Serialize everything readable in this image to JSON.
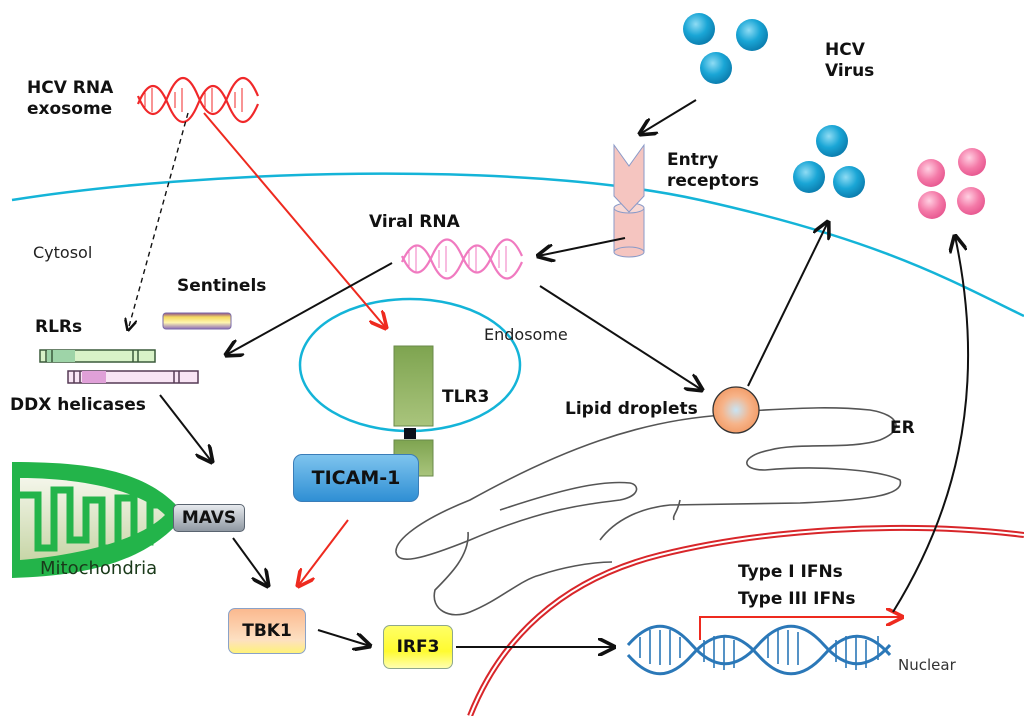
{
  "labels": {
    "hcv_rna_exosome": [
      "HCV RNA",
      "exosome"
    ],
    "hcv_virus": [
      "HCV",
      "Virus"
    ],
    "entry_receptors": [
      "Entry",
      "receptors"
    ],
    "viral_rna": "Viral RNA",
    "cytosol": "Cytosol",
    "sentinels": "Sentinels",
    "rlrs": "RLRs",
    "ddx_helicases": "DDX helicases",
    "endosome": "Endosome",
    "tlr3": "TLR3",
    "lipid_droplets": "Lipid droplets",
    "er": "ER",
    "mitochondria": "Mitochondria",
    "type_i_ifns": "Type I IFNs",
    "type_iii_ifns": "Type III IFNs",
    "nuclear": "Nuclear"
  },
  "nodes": {
    "ticam1": "TICAM-1",
    "mavs": "MAVS",
    "tbk1": "TBK1",
    "irf3": "IRF3"
  },
  "colors": {
    "membrane": "#14b4d8",
    "nuclear_membrane": "#d8262a",
    "red_arrow": "#ee2a1f",
    "exosome_rna": "#f0282a",
    "viral_rna": "#f07ac0",
    "virion": "#1a9fd0",
    "ifn_particle": "#f27aa8",
    "mitochondria": "#23b44a",
    "tlr3": "#8fb065",
    "dna": "#2b78b8",
    "lipid_droplet": "#f4a070",
    "entry_receptor": "#f5c5c0"
  }
}
